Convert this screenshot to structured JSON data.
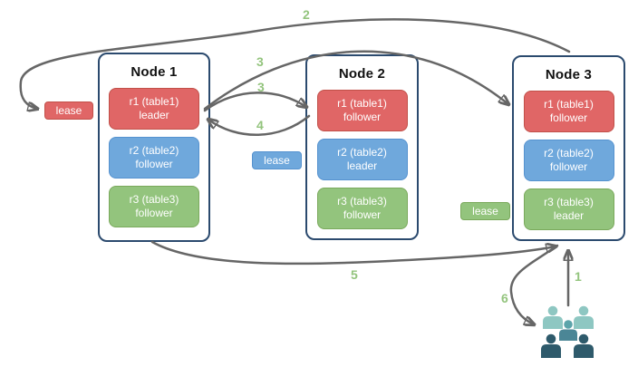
{
  "nodes": [
    {
      "title": "Node 1",
      "replicas": [
        {
          "name": "r1 (table1)",
          "role": "leader",
          "color": "red"
        },
        {
          "name": "r2 (table2)",
          "role": "follower",
          "color": "blue"
        },
        {
          "name": "r3 (table3)",
          "role": "follower",
          "color": "green"
        }
      ]
    },
    {
      "title": "Node 2",
      "replicas": [
        {
          "name": "r1 (table1)",
          "role": "follower",
          "color": "red"
        },
        {
          "name": "r2 (table2)",
          "role": "leader",
          "color": "blue"
        },
        {
          "name": "r3 (table3)",
          "role": "follower",
          "color": "green"
        }
      ]
    },
    {
      "title": "Node 3",
      "replicas": [
        {
          "name": "r1 (table1)",
          "role": "follower",
          "color": "red"
        },
        {
          "name": "r2 (table2)",
          "role": "follower",
          "color": "blue"
        },
        {
          "name": "r3 (table3)",
          "role": "leader",
          "color": "green"
        }
      ]
    }
  ],
  "leases": [
    {
      "label": "lease",
      "color": "#e06666"
    },
    {
      "label": "lease",
      "color": "#6fa8dc"
    },
    {
      "label": "lease",
      "color": "#93c47d"
    }
  ],
  "arrow_labels": {
    "step1": "1",
    "step2": "2",
    "step3a": "3",
    "step3b": "3",
    "step4": "4",
    "step5": "5",
    "step6": "6"
  },
  "icons": {
    "users": "users-group-icon"
  },
  "colors": {
    "red_fill": "#e06666",
    "red_border": "#c15049",
    "blue_fill": "#6fa8dc",
    "blue_border": "#5592cf",
    "green_fill": "#93c47d",
    "green_border": "#7aa95c",
    "node_border": "#2b4a6e",
    "arrow": "#666666",
    "step_label": "#93c47d",
    "users_light": "#8ec7c2",
    "users_mid_head": "#5ba4aa",
    "users_mid_body": "#4b8696",
    "users_dark": "#2e5a6b"
  }
}
